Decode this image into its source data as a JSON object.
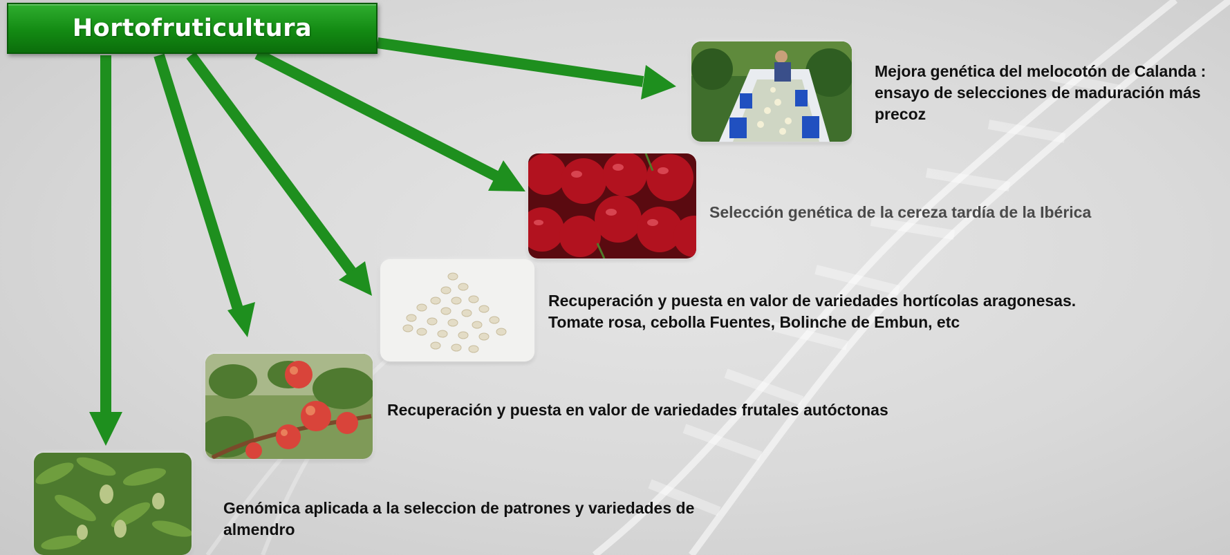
{
  "title": "Hortofruticultura",
  "colors": {
    "arrow": "#1e8f1e",
    "title_box": "#138a13",
    "title_text": "#ffffff",
    "caption": "#111111"
  },
  "items": [
    {
      "label": "Mejora genética del melocotón de Calanda : ensayo de selecciones de maduración más precoz",
      "image": "peach-harvest-photo"
    },
    {
      "label": "Selección genética de la cereza tardía de la Ibérica",
      "image": "cherries-photo"
    },
    {
      "label": "Recuperación y puesta en valor de variedades hortícolas aragonesas. Tomate rosa, cebolla Fuentes, Bolinche de Embun, etc",
      "image": "white-beans-photo"
    },
    {
      "label": "Recuperación y puesta en valor de variedades frutales autóctonas",
      "image": "fruit-tree-photo"
    },
    {
      "label": "Genómica aplicada a la seleccion de patrones y variedades de almendro",
      "image": "almond-branch-photo"
    }
  ]
}
